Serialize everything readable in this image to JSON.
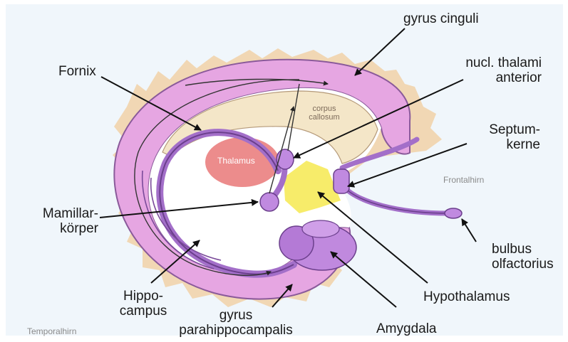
{
  "labels": {
    "gyrus_cinguli": "gyrus  cinguli",
    "fornix": "Fornix",
    "nucl_thalami_line1": "nucl. thalami",
    "nucl_thalami_line2": "anterior",
    "septum_line1": "Septum-",
    "septum_line2": "kerne",
    "mamillar_line1": "Mamillar-",
    "mamillar_line2": "körper",
    "bulbus_line1": "bulbus",
    "bulbus_line2": "olfactorius",
    "hippo_line1": "Hippo-",
    "hippo_line2": "campus",
    "hypothalamus": "Hypothalamus",
    "parahippo_line1": "gyrus",
    "parahippo_line2": "parahippocampalis",
    "amygdala": "Amygdala"
  },
  "regions": {
    "corpus_line1": "corpus",
    "corpus_line2": "callosum",
    "thalamus": "Thalamus",
    "frontalhirn": "Frontalhirn",
    "temporalhirn": "Temporalhirn"
  },
  "colors": {
    "background": "#f0f6fb",
    "cortex_pink": "#e6a6e2",
    "cortex_outline": "#8a5a9a",
    "fornix_purple": "#a36fc9",
    "tan_fringe": "#f1d7b4",
    "thalamus_red": "#ec8c8c",
    "hypothalamus_yellow": "#f7ec6a",
    "inner_white": "#ffffff"
  }
}
